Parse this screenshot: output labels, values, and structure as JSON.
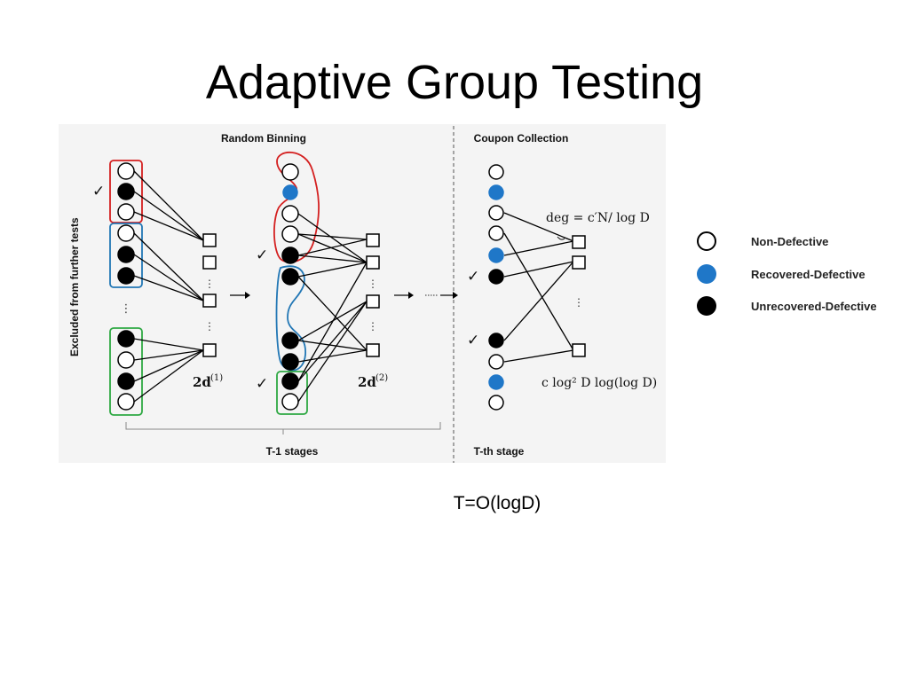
{
  "slide": {
    "title": "Adaptive Group Testing",
    "complexity_note": "T=O(logD)"
  },
  "figure": {
    "side_label": "Excluded from further tests",
    "random_binning_title": "Random Binning",
    "coupon_collection_title": "Coupon Collection",
    "stage1_bins_label": "2d",
    "stage1_bins_sup": "(1)",
    "stage2_bins_label": "2d",
    "stage2_bins_sup": "(2)",
    "degree_formula": "deg = c′N/ log D",
    "tests_formula": "c log² D log(log D)",
    "t_minus_1_stages": "T-1 stages",
    "t_th_stage": "T-th stage",
    "check_mark": "✓"
  },
  "legend": {
    "items": [
      {
        "label": "Non-Defective",
        "color": "#ffffff"
      },
      {
        "label": "Recovered-Defective",
        "color": "#1f77c8"
      },
      {
        "label": "Unrecovered-Defective",
        "color": "#000000"
      }
    ]
  },
  "colors": {
    "red_group": "#d42020",
    "blue_group": "#2277b5",
    "green_group": "#2ea843",
    "recovered": "#1f77c8"
  }
}
